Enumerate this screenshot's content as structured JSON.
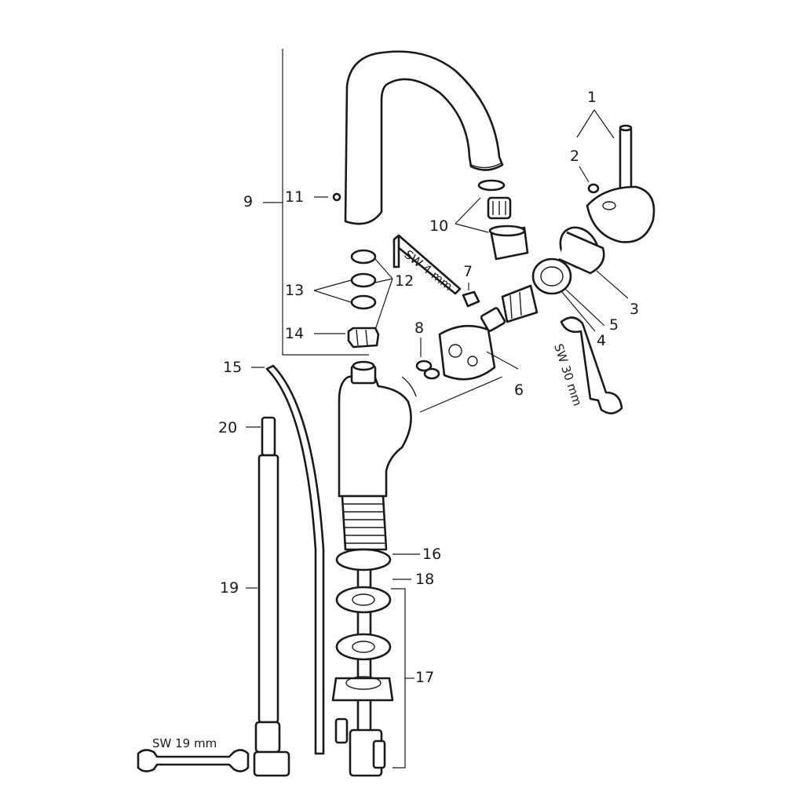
{
  "diagram": {
    "part_numbers": {
      "p1": "1",
      "p2": "2",
      "p3": "3",
      "p4": "4",
      "p5": "5",
      "p6": "6",
      "p7": "7",
      "p8": "8",
      "p9": "9",
      "p10": "10",
      "p11": "11",
      "p12": "12",
      "p13": "13",
      "p14": "14",
      "p15": "15",
      "p16": "16",
      "p17": "17",
      "p18": "18",
      "p19": "19",
      "p20": "20"
    },
    "tool_labels": {
      "allen_key": "SW 4 mm",
      "wrench_large": "SW 30 mm",
      "wrench_small": "SW 19 mm"
    },
    "icons": [
      "allen-key-icon",
      "wrench-icon"
    ]
  }
}
